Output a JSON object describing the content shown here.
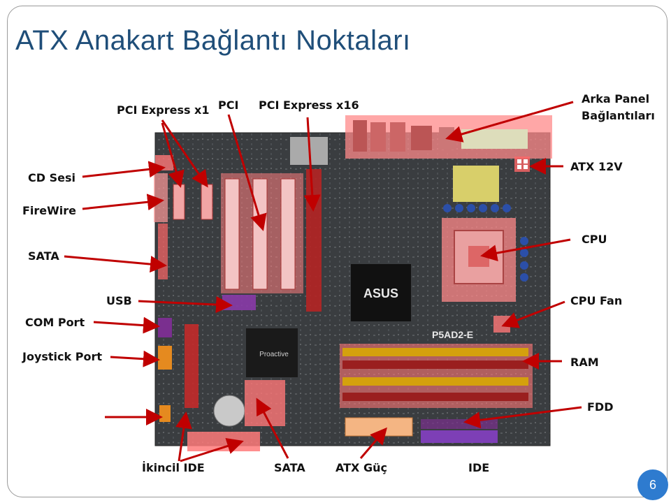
{
  "slide": {
    "title": "ATX Anakart Bağlantı Noktaları",
    "page_number": "6"
  },
  "board": {
    "chip_brand": "ASUS",
    "board_model": "P5AD2-E",
    "audio_chip_text": "Proactive"
  },
  "labels": {
    "pci_express_x1": "PCI Express x1",
    "pci": "PCI",
    "pci_express_x16": "PCI Express x16",
    "arka_panel_line1": "Arka Panel",
    "arka_panel_line2": "Bağlantıları",
    "atx_12v": "ATX 12V",
    "cd_sesi": "CD Sesi",
    "firewire": "FireWire",
    "sata_left": "SATA",
    "cpu": "CPU",
    "usb": "USB",
    "cpu_fan": "CPU Fan",
    "com_port": "COM Port",
    "joystick_port": "Joystick Port",
    "ram": "RAM",
    "fdd": "FDD",
    "ikincil_ide": "İkincil IDE",
    "sata_bottom": "SATA",
    "atx_guc": "ATX Güç",
    "ide": "IDE"
  },
  "colors": {
    "title": "#1f4e79",
    "arrow": "#c00000",
    "highlight": "#ff4d4d",
    "pcb": "#3a3d40",
    "page_badge": "#2e7bcf"
  }
}
